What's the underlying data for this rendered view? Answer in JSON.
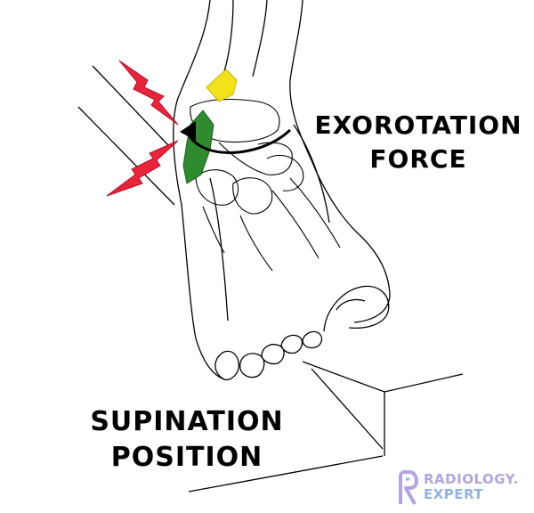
{
  "labels": {
    "force_line1": "EXOROTATION",
    "force_line2": "FORCE",
    "position_line1": "SUPINATION",
    "position_line2": "POSITION"
  },
  "logo": {
    "line1": "RADIOLOGY.",
    "line2": "EXPERT",
    "colors": {
      "purple": "#b3a3e0",
      "blue": "#8fb4e8"
    }
  },
  "colors": {
    "ligament_green": "#2e8b2e",
    "ligament_yellow": "#f2e21a",
    "lightning_red": "#e8243a",
    "outline": "#000000",
    "arrow": "#000000"
  },
  "icons": [
    "lightning-bolt-icon",
    "rotation-arrow-icon",
    "radiology-expert-logo-icon"
  ]
}
